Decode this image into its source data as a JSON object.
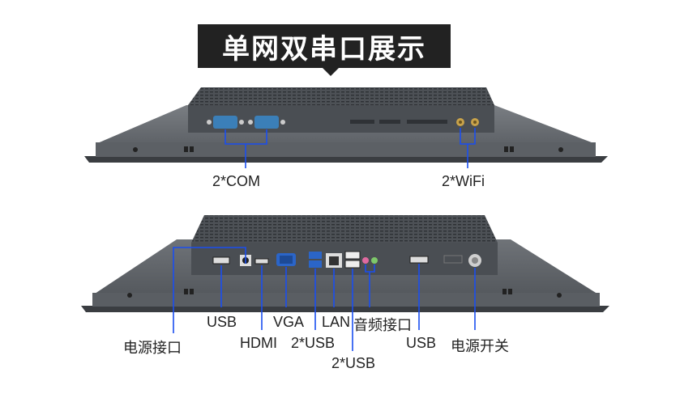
{
  "title": "单网双串口展示",
  "colors": {
    "accent": "#1a4ef0",
    "panel": "#5a5e63",
    "panel_dark": "#3e4246",
    "title_bg": "#222222"
  },
  "top_view": {
    "labels": {
      "com": "2*COM",
      "wifi": "2*WiFi"
    }
  },
  "bottom_view": {
    "labels": {
      "power_port": "电源接口",
      "usb_left": "USB",
      "hdmi": "HDMI",
      "vga": "VGA",
      "usb_2x_front": "2*USB",
      "lan": "LAN",
      "usb_2x_rear": "2*USB",
      "audio": "音频接口",
      "usb_right": "USB",
      "power_switch": "电源开关"
    }
  }
}
